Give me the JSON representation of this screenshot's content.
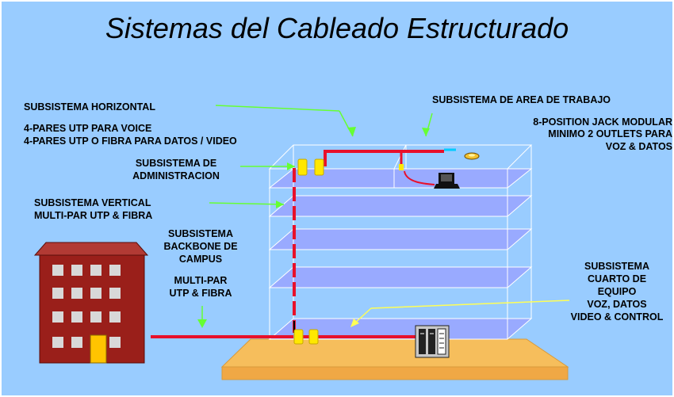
{
  "title": "Sistemas del Cableado Estructurado",
  "labels": {
    "horizontal": [
      "SUBSISTEMA HORIZONTAL",
      "4-PARES UTP PARA VOICE",
      "4-PARES UTP O FIBRA PARA DATOS / VIDEO"
    ],
    "work_area": [
      "SUBSISTEMA DE AREA DE TRABAJO",
      "8-POSITION JACK MODULAR",
      "MINIMO 2 OUTLETS PARA",
      "VOZ & DATOS"
    ],
    "administration": [
      "SUBSISTEMA DE",
      "ADMINISTRACION"
    ],
    "vertical": [
      "SUBSISTEMA VERTICAL",
      "MULTI-PAR UTP & FIBRA"
    ],
    "campus": [
      "SUBSISTEMA",
      "BACKBONE DE",
      "CAMPUS",
      "MULTI-PAR",
      "UTP & FIBRA"
    ],
    "equipment_room": [
      "SUBSISTEMA",
      "CUARTO DE",
      "EQUIPO",
      "VOZ, DATOS",
      "VIDEO & CONTROL"
    ]
  },
  "colors": {
    "background": "#99ccff",
    "floor": "#99aaff",
    "cable": "#e8102a",
    "connector": "#ffe800",
    "arrow": "#66ff33",
    "leader_yellow": "#ffff55",
    "base": "#f6be5c",
    "brick": "#9a1f1a",
    "window": "#d8d8d8",
    "door": "#ffc400"
  },
  "icons": [
    "campus-building-icon",
    "equipment-rack-icon",
    "laptop-icon",
    "outlet-icon"
  ]
}
